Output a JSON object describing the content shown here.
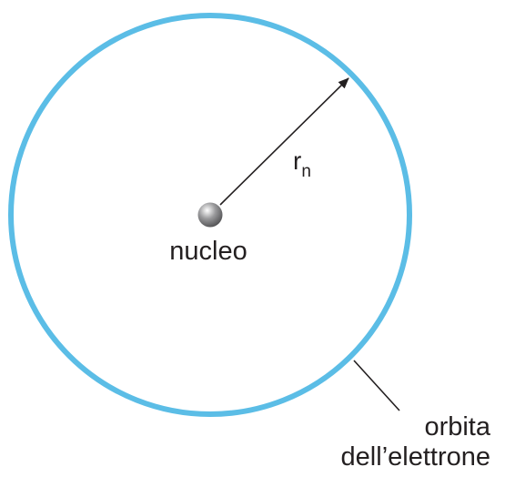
{
  "diagram": {
    "radius_label": {
      "symbol": "r",
      "subscript": "n"
    },
    "nucleus_label": "nucleo",
    "orbit_label": {
      "line1": "orbita",
      "line2": "dell’elettrone"
    }
  },
  "colors": {
    "orbit": "#5bbde6",
    "line": "#231f20",
    "text": "#231f20",
    "nucleus_light": "#ffffff",
    "nucleus_mid": "#9a9a9c",
    "nucleus_dark": "#4a4a4c"
  }
}
